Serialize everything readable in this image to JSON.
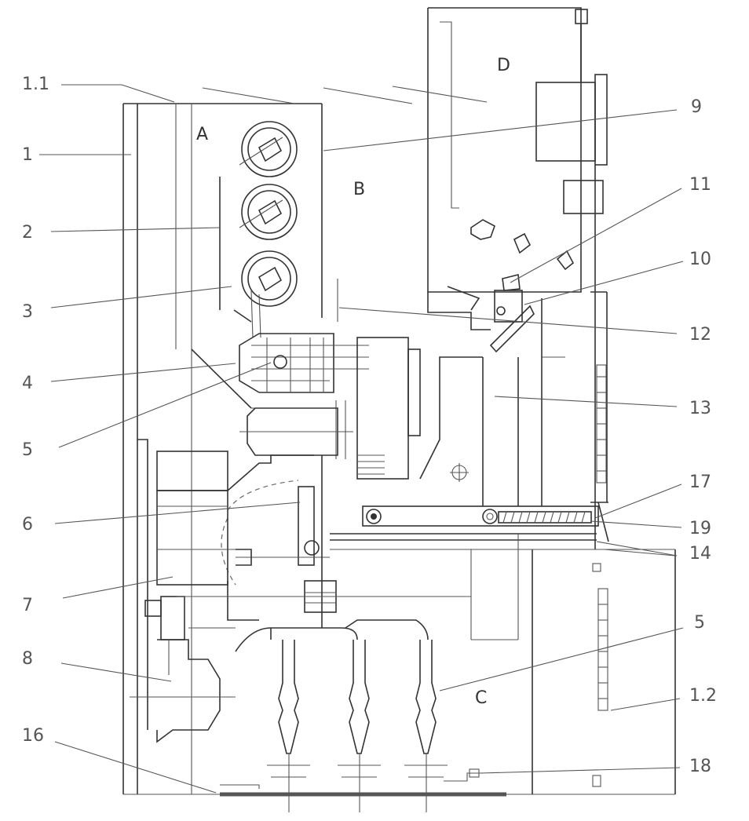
{
  "zones": [
    "A",
    "B",
    "C",
    "D"
  ],
  "labels_left": [
    "1.1",
    "1",
    "2",
    "3",
    "4",
    "5",
    "6",
    "7",
    "8",
    "16"
  ],
  "labels_right": [
    "9",
    "11",
    "10",
    "12",
    "13",
    "17",
    "19",
    "14",
    "5",
    "1.2",
    "18"
  ]
}
